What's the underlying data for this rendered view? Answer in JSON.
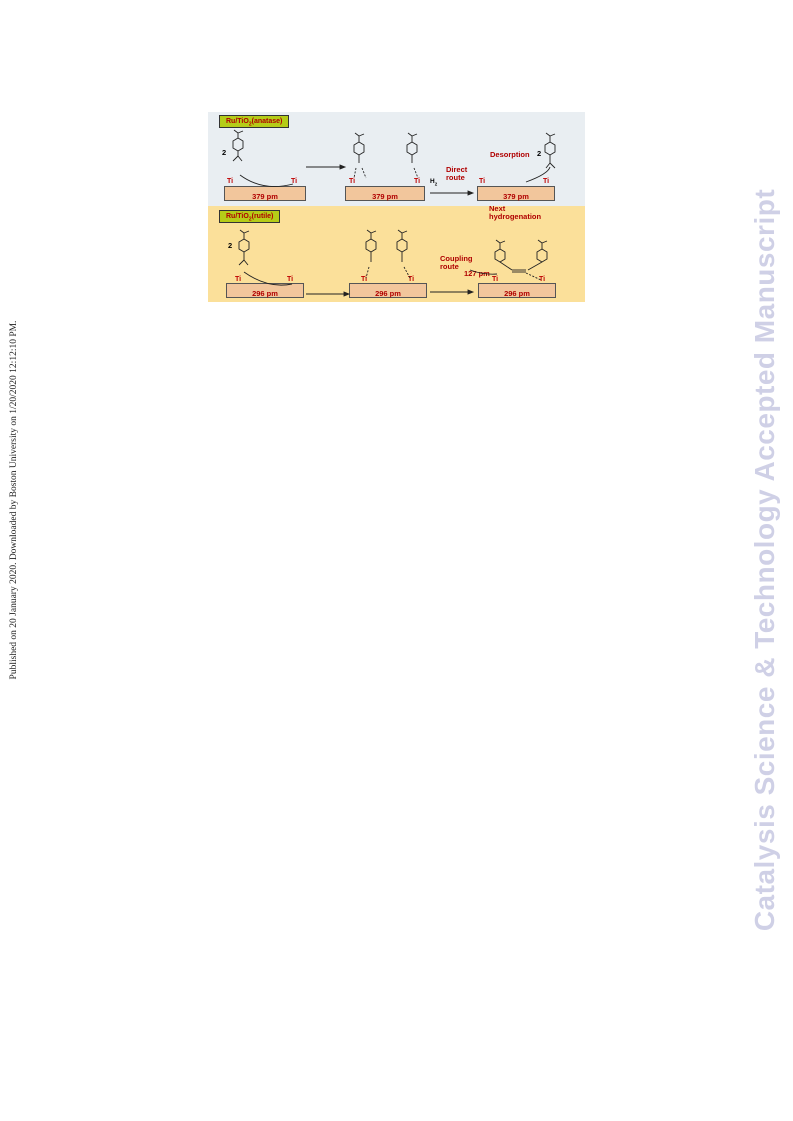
{
  "side_note": "Published on 20 January 2020. Downloaded by Boston University on 1/20/2020 12:12:10 PM.",
  "watermark": "Catalysis Science & Technology Accepted Manuscript",
  "figure": {
    "panel_a": {
      "catalyst": "Ru/TiO2(anatase)",
      "distance": "379 pm",
      "route_label": "Direct route",
      "h2_label": "H2",
      "desorption_label": "Desorption",
      "stoich": "2",
      "ti": "Ti"
    },
    "panel_b": {
      "catalyst": "Ru/TiO2(rutile)",
      "distance": "296 pm",
      "route_label": "Coupling route",
      "next_label": "Next hydrogenation",
      "bond_distance": "127 pm",
      "stoich": "2",
      "ti": "Ti"
    },
    "colors": {
      "panel_a_bg": "#e9eef2",
      "panel_b_bg": "#fbe09a",
      "surface": "#f2c69c",
      "label_bg": "#b5cc18",
      "accent_red": "#b00000"
    }
  }
}
